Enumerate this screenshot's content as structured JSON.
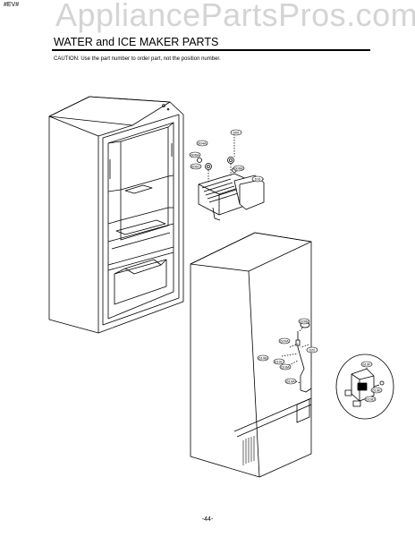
{
  "header": {
    "code": "#EV#",
    "watermark": "AppliancePartsPros.com",
    "title": "WATER and ICE MAKER PARTS",
    "caution": "CAUTION: Use the part number to order part, not the position number."
  },
  "footer": {
    "page_number": "-44-"
  },
  "callouts": {
    "ice_maker": [
      "604A",
      "605",
      "606A",
      "606C",
      "606B",
      "616"
    ],
    "water_line": [
      "620B",
      "620A",
      "620",
      "619B",
      "619C",
      "618A",
      "619A",
      "619F",
      "619E",
      "619D"
    ]
  },
  "colors": {
    "line": "#000000",
    "watermark": "#d4d4d4",
    "background": "#ffffff"
  }
}
